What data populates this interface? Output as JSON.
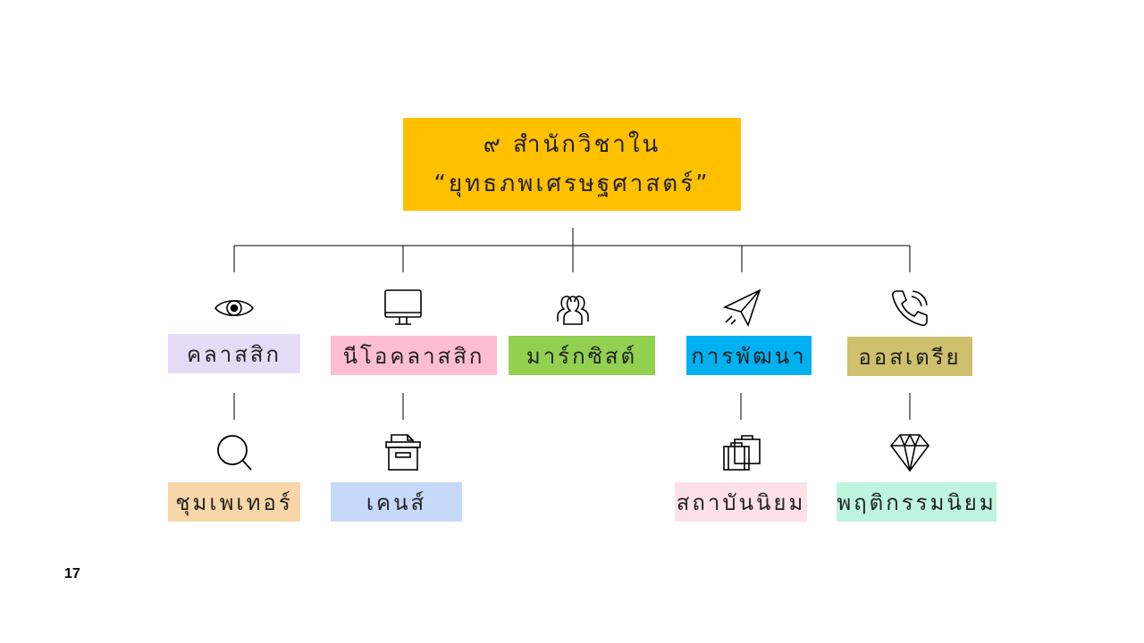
{
  "title": {
    "line1": "๙ สำนักวิชาใน",
    "line2": "“ยุทธภพเศรษฐศาสตร์”",
    "color": "#FFC000"
  },
  "schools": [
    {
      "label": "คลาสสิก",
      "color": "#E6DBF6",
      "icon": "eye-icon"
    },
    {
      "label": "นีโอคลาสสิก",
      "color": "#FFBDD1",
      "icon": "monitor-icon"
    },
    {
      "label": "มาร์กซิสต์",
      "color": "#92D050",
      "icon": "people-group-icon"
    },
    {
      "label": "การพัฒนา",
      "color": "#00B0F0",
      "icon": "paper-plane-icon"
    },
    {
      "label": "ออสเตรีย",
      "color": "#CFC06E",
      "icon": "phone-call-icon"
    }
  ],
  "sub_schools": [
    {
      "label": "ชุมเพเทอร์",
      "color": "#F7D6A8",
      "icon": "magnifier-icon"
    },
    {
      "label": "เคนส์",
      "color": "#C6D9F8",
      "icon": "archive-box-icon"
    },
    {
      "label": "สถาบันนิยม",
      "color": "#FDE1E6",
      "icon": "briefcases-icon"
    },
    {
      "label": "พฤติกรรมนิยม",
      "color": "#BFF5DE",
      "icon": "diamond-icon"
    }
  ],
  "page_number": "17"
}
